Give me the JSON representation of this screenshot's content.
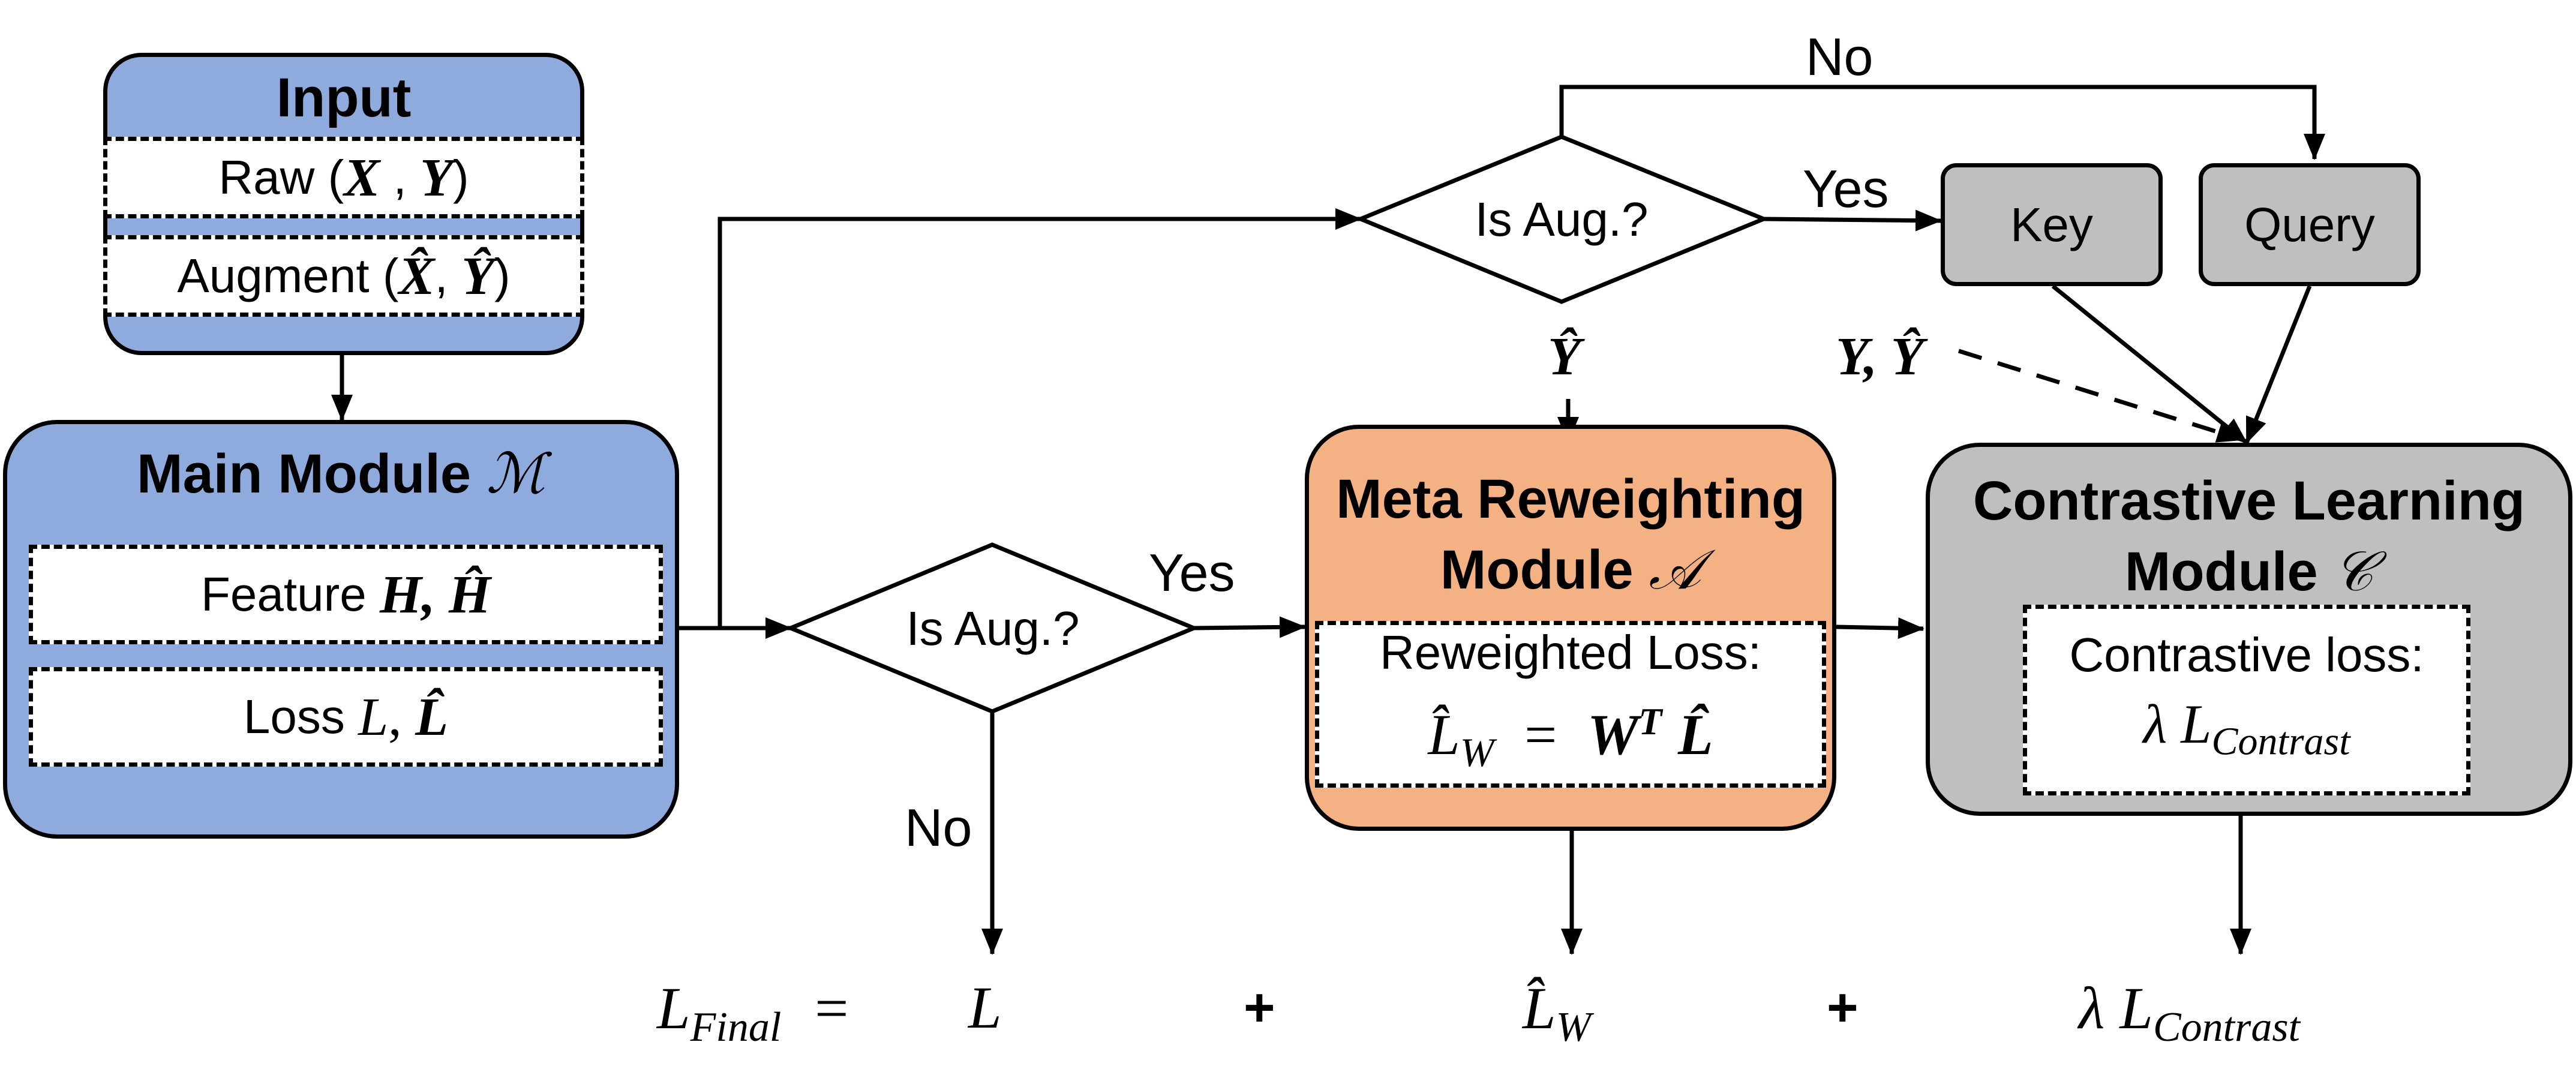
{
  "input": {
    "title": "Input",
    "raw_prefix": "Raw (",
    "raw_x": "X",
    "raw_sep": " , ",
    "raw_y": "Y",
    "raw_suffix": ")",
    "aug_prefix": "Augment (",
    "aug_x": "X̂",
    "aug_sep": ", ",
    "aug_y": "Ŷ",
    "aug_suffix": ")"
  },
  "main_module": {
    "title": "Main Module",
    "symbol": "ℳ",
    "feature_prefix": "Feature ",
    "feature_vars": "H, Ĥ",
    "loss_prefix": "Loss ",
    "loss_l": "L",
    "loss_sep": ", ",
    "loss_lhat": "L̂"
  },
  "decision_upper": {
    "label": "Is Aug.?",
    "no": "No",
    "yes": "Yes"
  },
  "decision_lower": {
    "label": "Is Aug.?",
    "no": "No",
    "yes": "Yes"
  },
  "key": {
    "label": "Key"
  },
  "query": {
    "label": "Query"
  },
  "y_hat_label": "Ŷ",
  "y_yhat_label": "Y, Ŷ",
  "meta_module": {
    "title_line1": "Meta Reweighting",
    "title_line2": "Module",
    "symbol": "𝒜",
    "loss_title": "Reweighted Loss:",
    "formula_lhs": "L̂",
    "formula_lhs_sub": "W",
    "formula_eq": " = ",
    "formula_w": "W",
    "formula_t": "T",
    "formula_l": "L̂"
  },
  "contrastive_module": {
    "title_line1": "Contrastive Learning",
    "title_line2": "Module",
    "symbol": "𝒞",
    "loss_title": "Contrastive loss:",
    "lambda": "λ ",
    "l": "L",
    "sub": "Contrast"
  },
  "final_equation": {
    "lhs": "L",
    "lhs_sub": "Final",
    "eq": "=",
    "term1": "L",
    "plus1": "+",
    "term2": "L̂",
    "term2_sub": "W",
    "plus2": "+",
    "lambda": "λ ",
    "term3": "L",
    "term3_sub": "Contrast"
  },
  "colors": {
    "main_blue": "#8faadc",
    "meta_orange": "#f4b183",
    "gray": "#bfbfbf",
    "line": "#000000"
  }
}
